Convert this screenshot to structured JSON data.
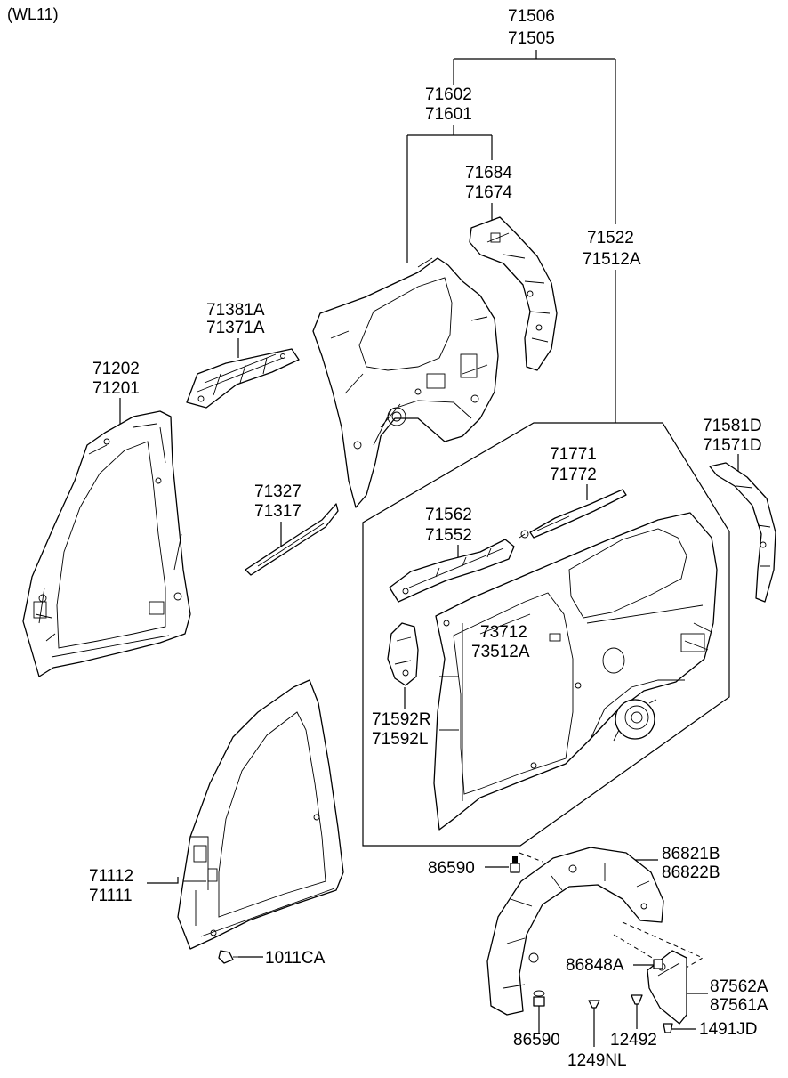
{
  "model_code": "(WL11)",
  "labels": {
    "l71506": "71506",
    "l71505": "71505",
    "l71602": "71602",
    "l71601": "71601",
    "l71684": "71684",
    "l71674": "71674",
    "l71522": "71522",
    "l71512A": "71512A",
    "l71381A": "71381A",
    "l71371A": "71371A",
    "l71202": "71202",
    "l71201": "71201",
    "l71581D": "71581D",
    "l71571D": "71571D",
    "l71771": "71771",
    "l71772": "71772",
    "l71327": "71327",
    "l71317": "71317",
    "l71562": "71562",
    "l71552": "71552",
    "l73712": "73712",
    "l73512A": "73512A",
    "l71592R": "71592R",
    "l71592L": "71592L",
    "l86821B": "86821B",
    "l86822B": "86822B",
    "l86590a": "86590",
    "l71112": "71112",
    "l71111": "71111",
    "l86848A": "86848A",
    "l87562A": "87562A",
    "l87561A": "87561A",
    "l1011CA": "1011CA",
    "l86590b": "86590",
    "l12492": "12492",
    "l1491JD": "1491JD",
    "l1249NL": "1249NL"
  }
}
